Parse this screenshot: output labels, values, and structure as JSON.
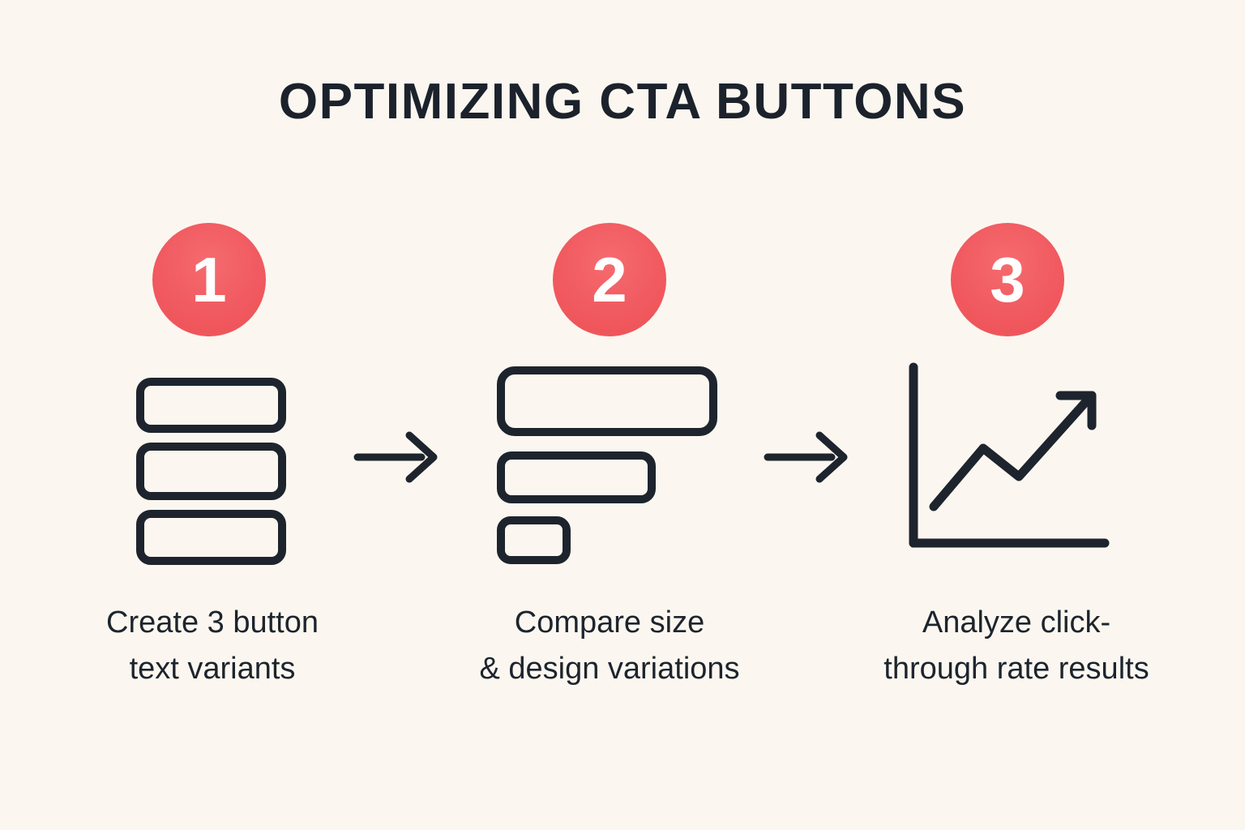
{
  "title": "OPTIMIZING CTA BUTTONS",
  "colors": {
    "background": "#fbf7f0",
    "ink": "#1d242d",
    "accent_red": "#f05a60",
    "badge_number": "#ffffff"
  },
  "steps": [
    {
      "number": "1",
      "icon": "three-equal-buttons-icon",
      "caption": "Create 3 button\ntext variants"
    },
    {
      "number": "2",
      "icon": "size-variant-buttons-icon",
      "caption": "Compare size\n& design variations"
    },
    {
      "number": "3",
      "icon": "line-chart-up-icon",
      "caption": "Analyze click-\nthrough rate results"
    }
  ],
  "connectors": [
    {
      "icon": "arrow-right-icon"
    },
    {
      "icon": "arrow-right-icon"
    }
  ]
}
